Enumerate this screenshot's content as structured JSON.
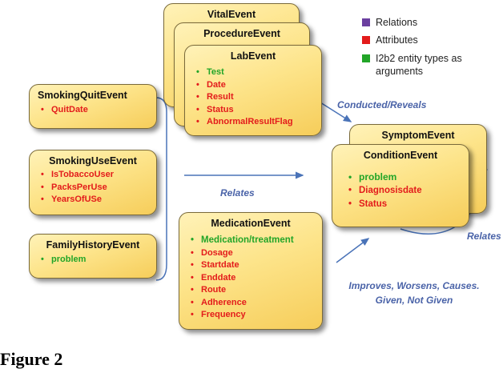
{
  "legend": [
    {
      "label": "Relations",
      "color": "#6b3fa0"
    },
    {
      "label": "Attributes",
      "color": "#e31b1b"
    },
    {
      "label": "I2b2 entity types as arguments",
      "color": "#22a528"
    }
  ],
  "boxes": {
    "vital": {
      "title": "VitalEvent"
    },
    "procedure": {
      "title": "ProcedureEvent"
    },
    "lab": {
      "title": "LabEvent",
      "items": [
        {
          "text": "Test",
          "kind": "entity"
        },
        {
          "text": "Date",
          "kind": "attribute"
        },
        {
          "text": "Result",
          "kind": "attribute"
        },
        {
          "text": "Status",
          "kind": "attribute"
        },
        {
          "text": "AbnormalResultFlag",
          "kind": "attribute"
        }
      ]
    },
    "smokingquit": {
      "title": "SmokingQuitEvent",
      "items": [
        {
          "text": "QuitDate",
          "kind": "attribute"
        }
      ]
    },
    "smokinguse": {
      "title": "SmokingUseEvent",
      "items": [
        {
          "text": "IsTobaccoUser",
          "kind": "attribute"
        },
        {
          "text": "PacksPerUse",
          "kind": "attribute"
        },
        {
          "text": "YearsOfUSe",
          "kind": "attribute"
        }
      ]
    },
    "familyhistory": {
      "title": "FamilyHistoryEvent",
      "items": [
        {
          "text": "problem",
          "kind": "entity"
        }
      ]
    },
    "medication": {
      "title": "MedicationEvent",
      "items": [
        {
          "text": "Medication/treatment",
          "kind": "entity"
        },
        {
          "text": "Dosage",
          "kind": "attribute"
        },
        {
          "text": "Startdate",
          "kind": "attribute"
        },
        {
          "text": "Enddate",
          "kind": "attribute"
        },
        {
          "text": "Route",
          "kind": "attribute"
        },
        {
          "text": "Adherence",
          "kind": "attribute"
        },
        {
          "text": "Frequency",
          "kind": "attribute"
        }
      ]
    },
    "symptom": {
      "title": "SymptomEvent"
    },
    "condition": {
      "title": "ConditionEvent",
      "items": [
        {
          "text": "problem",
          "kind": "entity"
        },
        {
          "text": "Diagnosisdate",
          "kind": "attribute"
        },
        {
          "text": "Status",
          "kind": "attribute"
        }
      ]
    }
  },
  "relations": {
    "conducted": "Conducted/Reveals",
    "relates_left": "Relates",
    "relates_right": "Relates",
    "improves_line1": "Improves, Worsens, Causes.",
    "improves_line2": "Given, Not Given"
  },
  "caption": "Figure 2"
}
